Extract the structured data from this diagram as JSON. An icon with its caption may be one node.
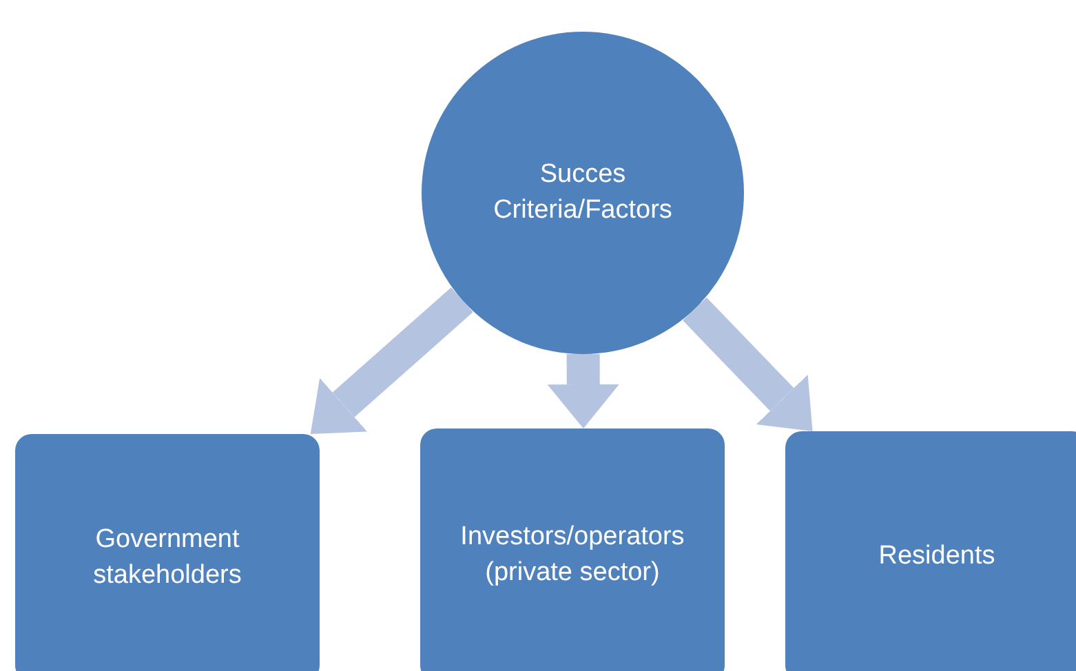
{
  "diagram": {
    "nodes": [
      {
        "text": [
          "Succes Criteria/Factors"
        ]
      },
      {
        "text": [
          "Government stakeholders"
        ]
      },
      {
        "text": [
          "Investors/operators (private sector)"
        ]
      },
      {
        "text": [
          "Residents"
        ]
      }
    ],
    "edges": [
      {
        "from": 0,
        "to": 1,
        "arrow": "to"
      },
      {
        "from": 0,
        "to": 2,
        "arrow": "to"
      },
      {
        "from": 0,
        "to": 3,
        "arrow": "to"
      }
    ]
  }
}
